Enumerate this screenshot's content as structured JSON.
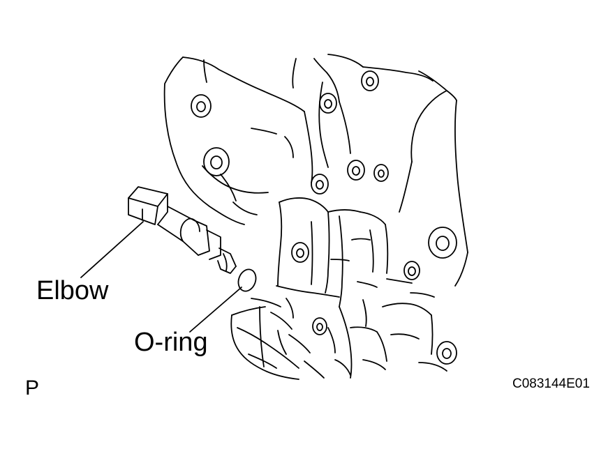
{
  "figure": {
    "view_letter": "P",
    "figure_code": "C083144E01",
    "callouts": [
      {
        "id": "elbow",
        "label": "Elbow"
      },
      {
        "id": "oring",
        "label": "O-ring"
      }
    ]
  },
  "colors": {
    "line": "#000000",
    "background": "#ffffff"
  }
}
